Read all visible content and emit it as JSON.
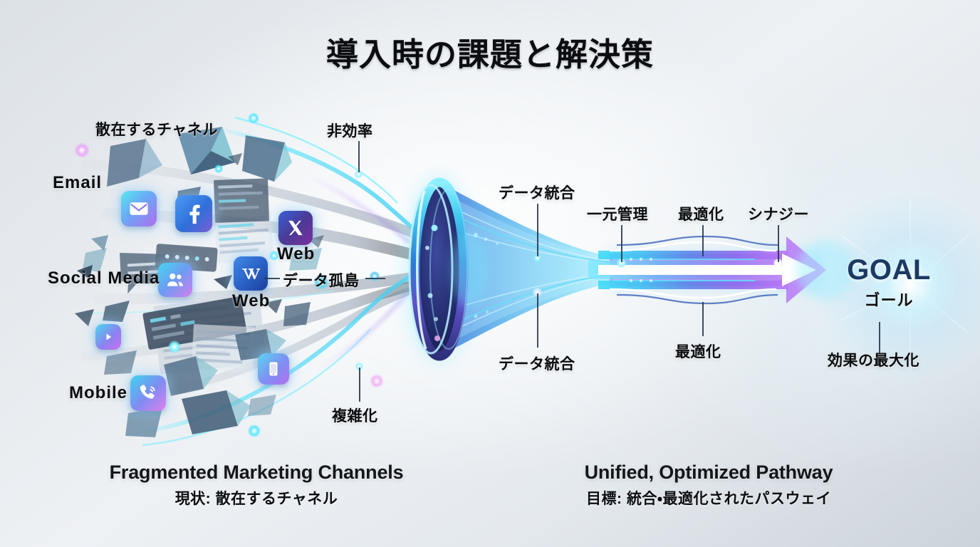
{
  "title": "導入時の課題と解決策",
  "left_section": {
    "heading": "散在するチャネル",
    "channels": [
      {
        "name": "Email",
        "icon": "envelope-icon"
      },
      {
        "name": "Social Media",
        "icon": "people-icon"
      },
      {
        "name": "Mobile",
        "icon": "phone-call-icon"
      },
      {
        "name": "Web",
        "icon": "x-twitter-icon"
      },
      {
        "name": "Web",
        "icon": "wikipedia-icon"
      }
    ],
    "problem_labels": [
      {
        "text": "非効率"
      },
      {
        "text": "データ孤島"
      },
      {
        "text": "複雑化"
      }
    ],
    "caption_en": "Fragmented Marketing Channels",
    "caption_ja": "現状: 散在するチャネル"
  },
  "right_section": {
    "benefit_labels": [
      {
        "text": "データ統合"
      },
      {
        "text": "一元管理"
      },
      {
        "text": "最適化"
      },
      {
        "text": "シナジー"
      },
      {
        "text": "データ統合"
      },
      {
        "text": "最適化"
      }
    ],
    "goal_en": "GOAL",
    "goal_ja": "ゴール",
    "goal_sub": "効果の最大化",
    "caption_en": "Unified, Optimized Pathway",
    "caption_ja": "目標: 統合・最適化されたパスウェイ"
  },
  "colors": {
    "background_light": "#eef1f4",
    "background_edge": "#ccd3da",
    "title_text": "#0c0d0f",
    "goal_text": "#1b3a63",
    "stream_cyan": "#35d6f5",
    "stream_blue": "#4a7fe0",
    "stream_purple": "#a86ef0",
    "arrow_purple": "#b06ff2",
    "funnel_navy": "#2b3478",
    "leader_line": "#2b3a4d"
  }
}
